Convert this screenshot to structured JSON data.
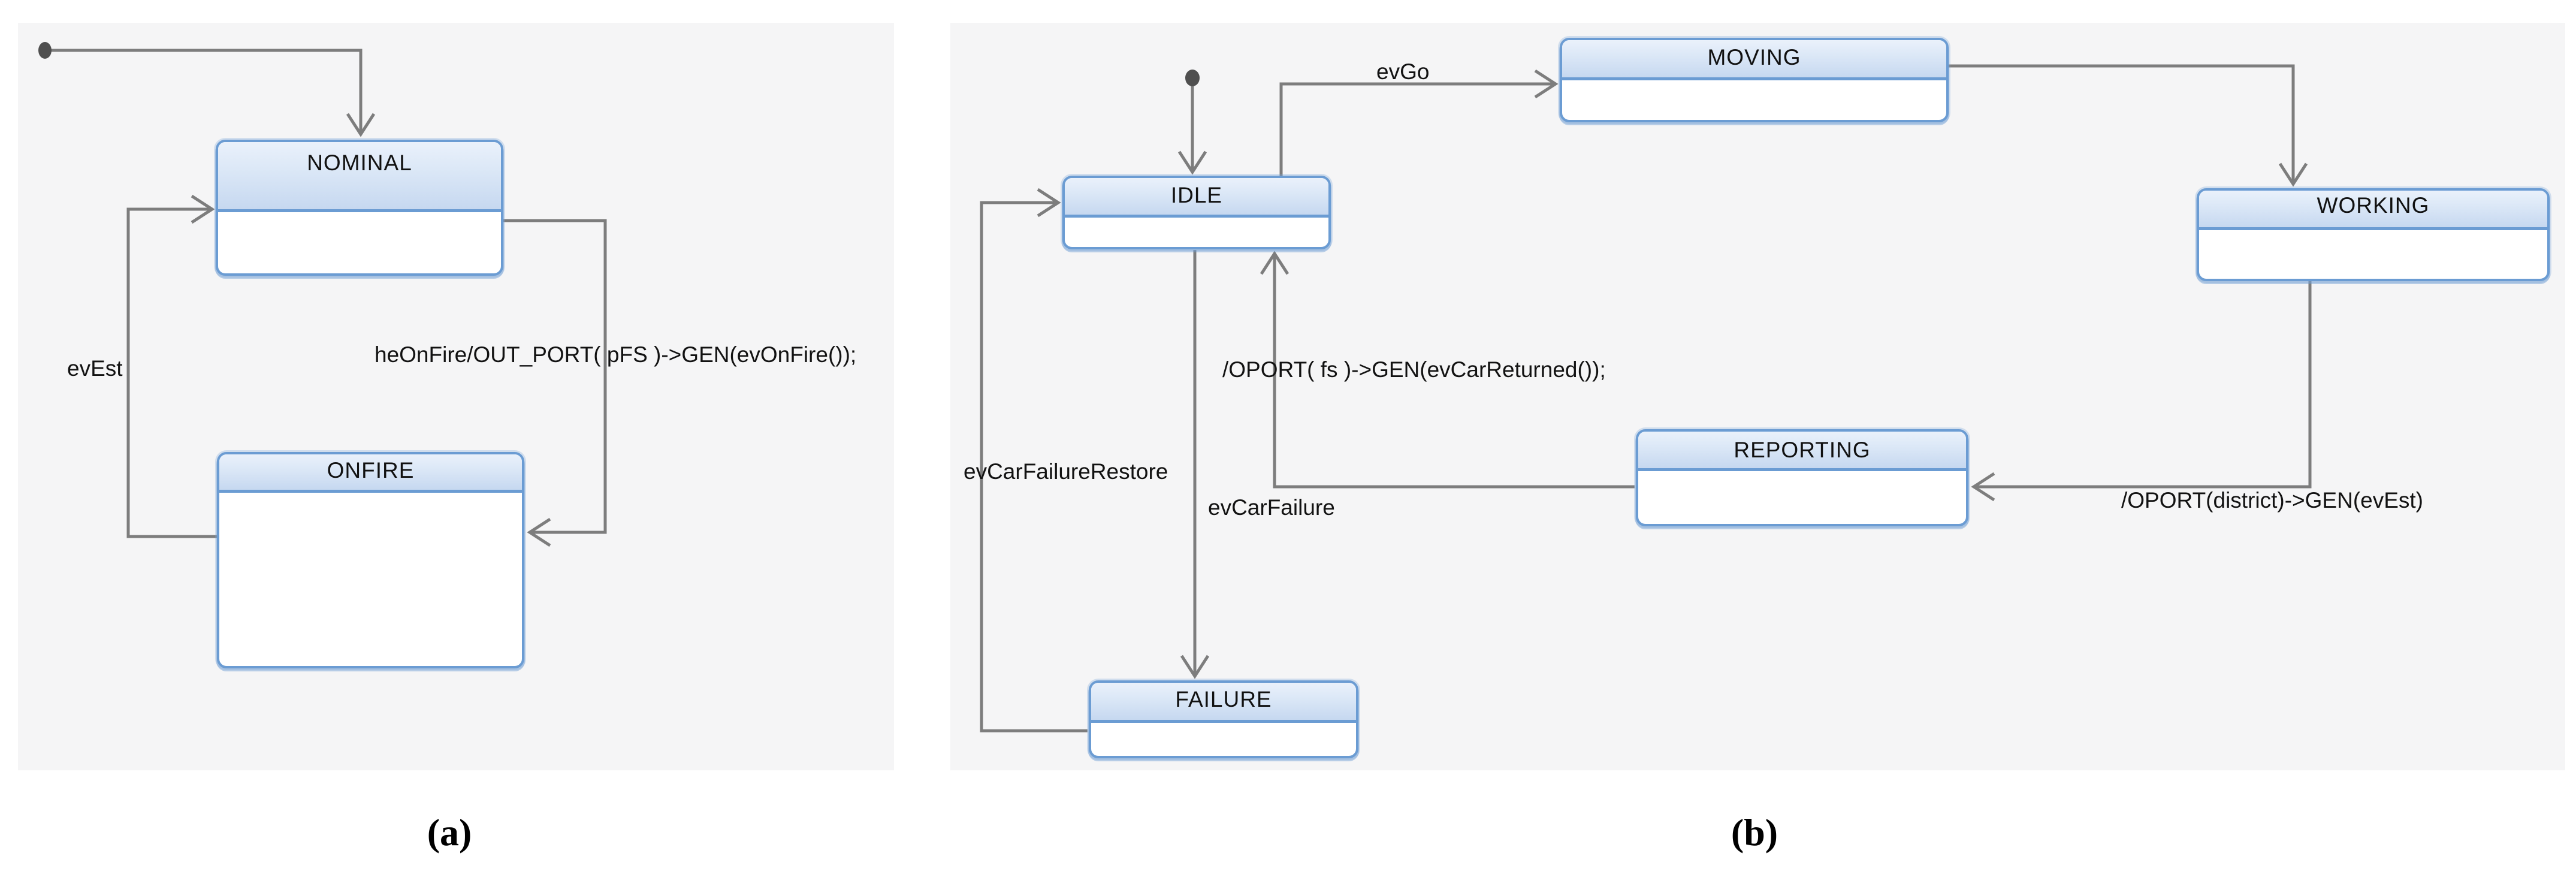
{
  "figure": {
    "kind": "uml-statechart-figure",
    "panels": [
      {
        "caption": "(a)",
        "states": [
          {
            "name": "NOMINAL"
          },
          {
            "name": "ONFIRE"
          }
        ],
        "transitions": [
          {
            "label": "evEst"
          },
          {
            "label": "heOnFire/OUT_PORT( pFS )->GEN(evOnFire());"
          }
        ]
      },
      {
        "caption": "(b)",
        "states": [
          {
            "name": "IDLE"
          },
          {
            "name": "MOVING"
          },
          {
            "name": "WORKING"
          },
          {
            "name": "REPORTING"
          },
          {
            "name": "FAILURE"
          }
        ],
        "transitions": [
          {
            "label": "evGo"
          },
          {
            "label": "/OPORT( fs )->GEN(evCarReturned());"
          },
          {
            "label": "/OPORT(district)->GEN(evEst)"
          },
          {
            "label": "evCarFailure"
          },
          {
            "label": "evCarFailureRestore"
          }
        ]
      }
    ],
    "colors": {
      "panel_background": "#f5f5f6",
      "state_border": "#6b9cd3",
      "state_band_top": "#eaf1fb",
      "state_band_bottom": "#c6d8f0",
      "state_body": "#ffffff",
      "connector": "#7d7d7d",
      "initial_dot": "#4f4f4f",
      "label_text": "#121212"
    }
  }
}
